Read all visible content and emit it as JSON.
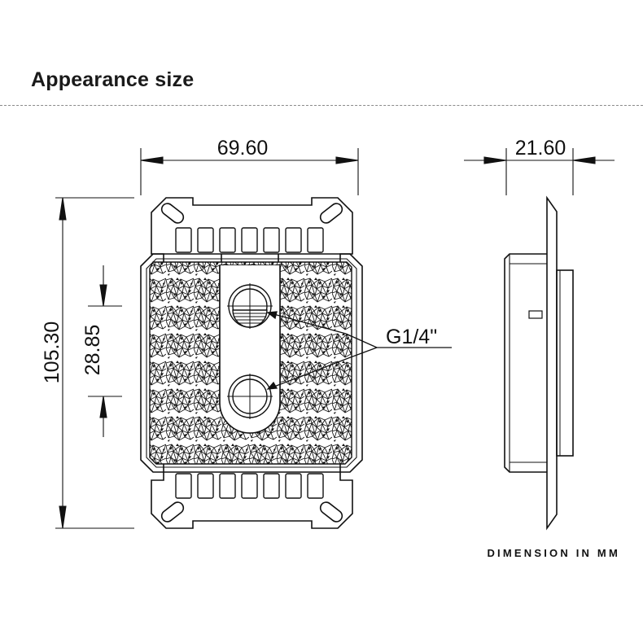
{
  "title": "Appearance size",
  "dimensions": {
    "width": "69.60",
    "height": "105.30",
    "port_spacing": "28.85",
    "thickness": "21.60"
  },
  "thread_label": "G1/4\"",
  "footer_note": "DIMENSION IN MM",
  "colors": {
    "line": "#111111",
    "divider": "#8a8a8a"
  }
}
